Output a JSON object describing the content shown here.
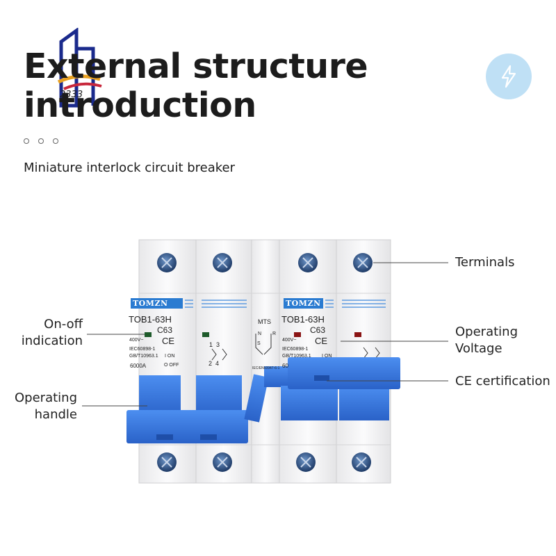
{
  "heading": {
    "line1": "External structure",
    "line2": "introduction"
  },
  "subtitle": "Miniature interlock circuit breaker",
  "callouts": {
    "terminals": "Terminals",
    "onoff_1": "On-off",
    "onoff_2": "indication",
    "voltage_1": "Operating",
    "voltage_2": "Voltage",
    "ce": "CE certification",
    "handle_1": "Operating",
    "handle_2": "handle"
  },
  "breaker_left": {
    "brand": "TOMZN",
    "model": "TOB1-63H",
    "rating": "C63",
    "voltage": "400V~",
    "ce_mark": "CE",
    "standard1": "IEC60898-1",
    "standard2": "GB/T10963.1",
    "on": "I ON",
    "off": "O OFF",
    "capacity": "6000A",
    "terminal_nums_top": "1  3",
    "terminal_nums_bottom": "2  4"
  },
  "interlock_module": {
    "label": "MTS",
    "n": "N",
    "r": "R",
    "s": "S",
    "standard": "IEC/EN60947-6-1"
  },
  "breaker_right": {
    "brand": "TOMZN",
    "model": "TOB1-63H",
    "rating": "C63",
    "voltage": "400V~",
    "ce_mark": "CE",
    "standard1": "IEC60898-1",
    "standard2": "GB/T10963.1",
    "on": "I ON",
    "capacity": "60"
  },
  "logo_text": "2333",
  "icons": [
    "lightning-bolt-icon",
    "screw-terminal-icon",
    "brand-logo-icon"
  ],
  "colors": {
    "handle_blue": "#2f6fd6",
    "badge_bg": "#bfe0f5",
    "led_green": "#1d5a2a",
    "led_red": "#8a1414",
    "brand_blue": "#2a7bd1"
  }
}
